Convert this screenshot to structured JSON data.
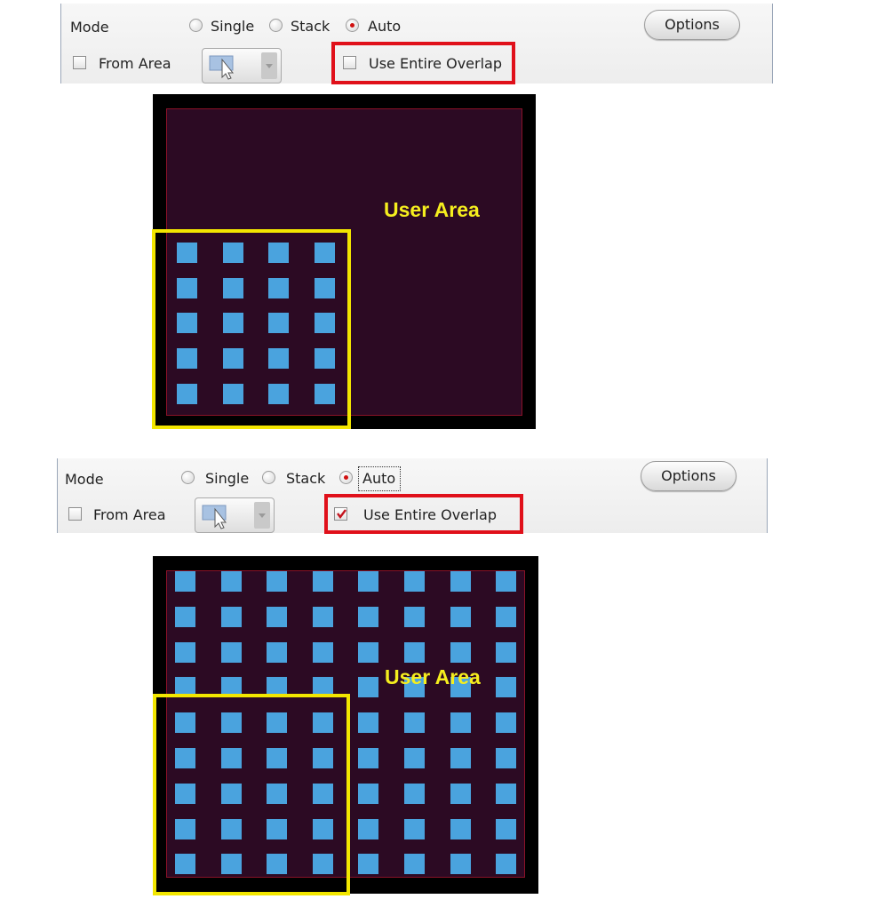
{
  "panel_top": {
    "mode_label": "Mode",
    "radio_single": "Single",
    "radio_stack": "Stack",
    "radio_auto": "Auto",
    "selected_mode": "Auto",
    "options_button": "Options",
    "from_area_label": "From Area",
    "from_area_checked": false,
    "use_entire_overlap_label": "Use Entire Overlap",
    "use_entire_overlap_checked": false
  },
  "panel_bottom": {
    "mode_label": "Mode",
    "radio_single": "Single",
    "radio_stack": "Stack",
    "radio_auto": "Auto",
    "selected_mode": "Auto",
    "options_button": "Options",
    "from_area_label": "From Area",
    "from_area_checked": false,
    "use_entire_overlap_label": "Use Entire Overlap",
    "use_entire_overlap_checked": true
  },
  "diagram_top": {
    "label": "User Area",
    "grid_columns": 4,
    "grid_rows": 5
  },
  "diagram_bottom": {
    "label": "User Area",
    "grid_columns": 8,
    "grid_rows": 9
  },
  "colors": {
    "highlight_box": "#e0101a",
    "selection_box": "#f2e600",
    "cell": "#4aa3de",
    "user_area_fill": "#2c0a23",
    "user_area_text": "#f5ee1e"
  }
}
